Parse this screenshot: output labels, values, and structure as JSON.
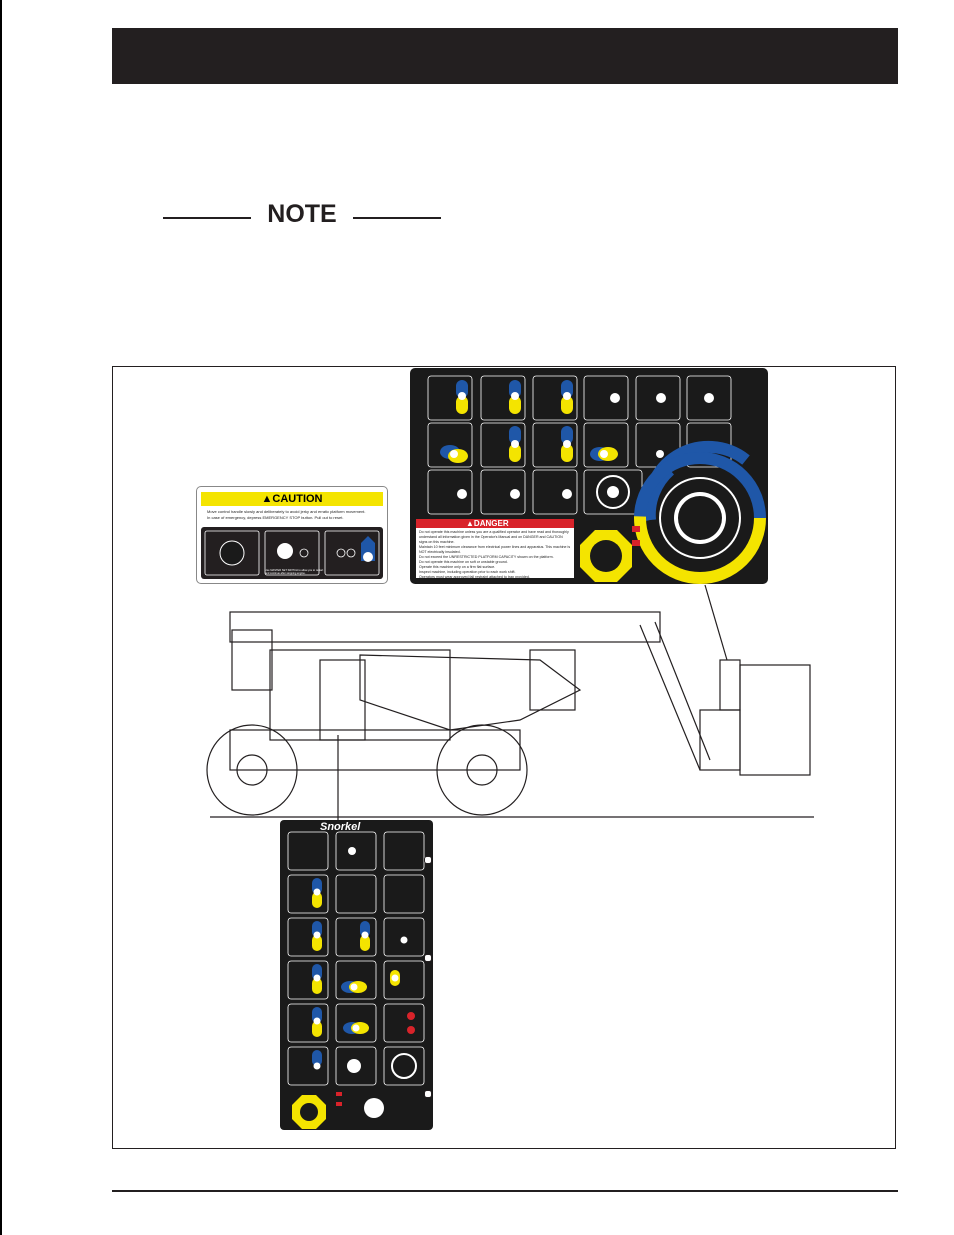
{
  "page": {
    "header_text": ""
  },
  "note": {
    "label": "NOTE"
  },
  "caution_decal": {
    "heading": "CAUTION",
    "body_line1": "Move control handle slowly and deliberately to avoid jerky and erratic platform movement.",
    "body_line2": "In case of emergency, depress EMERGENCY STOP button. Pull out to reset.",
    "sub_note": "Use MASTER SET SWITCH to allow you to restart and continue after stopping engine."
  },
  "danger_decal": {
    "heading": "DANGER",
    "bullets": [
      "Do not operate this machine unless you are a qualified operator and have read and thoroughly understand all information given in the Operator's Manual and on DANGER and CAUTION signs on this machine.",
      "Maintain 10 feet minimum clearance from electrical power lines and apparatus. This machine is NOT electrically insulated.",
      "Do not exceed the UNRESTRICTED PLATFORM CAPACITY shown on the platform.",
      "Do not operate this machine on soft or unstable ground.",
      "Operate this machine only on a firm flat surface.",
      "Inspect machine, including operation prior to each work shift.",
      "Operators must wear approved fall restraint attached to trap provided."
    ]
  },
  "ground_panel": {
    "brand": "Snorkel"
  },
  "colors": {
    "blue": "#1f57a8",
    "yellow": "#f4e400",
    "red": "#d8232a",
    "panel": "#1a1a1a"
  }
}
